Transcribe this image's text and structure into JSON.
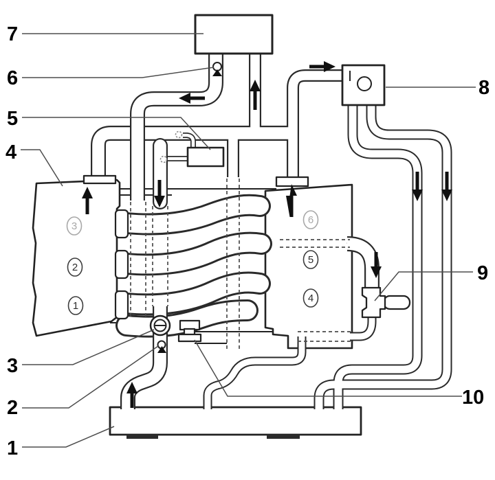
{
  "diagram": {
    "type": "automotive-cooling-system-hose-schematic",
    "callouts": {
      "c1": "1",
      "c2": "2",
      "c3": "3",
      "c4": "4",
      "c5": "5",
      "c6": "6",
      "c7": "7",
      "c8": "8",
      "c9": "9",
      "c10": "10"
    },
    "cylinders": {
      "left_bank_top_to_bottom": [
        "3",
        "2",
        "1"
      ],
      "right_bank_top_to_bottom": [
        "6",
        "5",
        "4"
      ]
    },
    "colors": {
      "line": "#2a2a2a",
      "leader_line": "#4d4d4d",
      "label": "#000000",
      "faint_cylinder": "#a8a8a8",
      "arrow": "#101010",
      "background": "#ffffff"
    }
  }
}
